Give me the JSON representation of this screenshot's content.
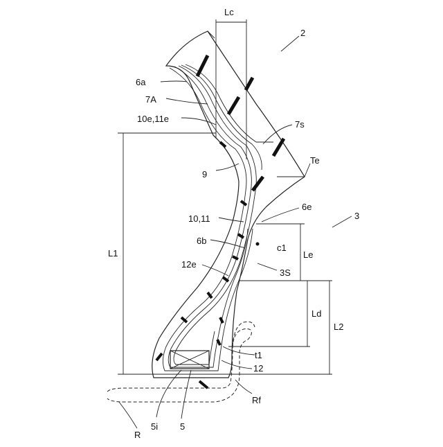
{
  "figure": {
    "labels": {
      "lc": "Lc",
      "tire": "2",
      "layer_6a": "6a",
      "ply_7A": "7A",
      "edges_10e_11e": "10e,11e",
      "edge_7s": "7s",
      "tread_edge": "Te",
      "sidewall_9": "9",
      "edge_6e": "6e",
      "mold": "3",
      "layers_10_11": "10,11",
      "layer_6b": "6b",
      "point_c1": "c1",
      "le": "Le",
      "edge_12e": "12e",
      "surface_3S": "3S",
      "l1": "L1",
      "ld": "Ld",
      "l2": "L2",
      "t1": "t1",
      "chafer_12": "12",
      "rim_flange": "Rf",
      "inner_5i": "5i",
      "bead_core_5": "5",
      "rim_R": "R"
    }
  }
}
